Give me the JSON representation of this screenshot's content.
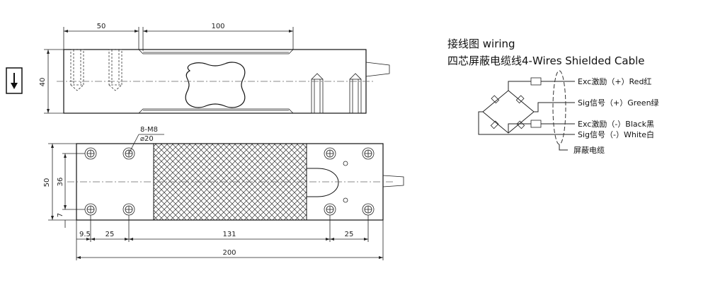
{
  "front_view": {
    "dim_top_left": "50",
    "dim_top_right": "100",
    "dim_height": "40"
  },
  "top_view": {
    "thread_callout_line1": "8-M8",
    "thread_callout_line2": "⌀20",
    "dim_width": "50",
    "dim_holes_spacing": "36",
    "dim_hole_edge": "7",
    "dim_bottom": [
      "9.5",
      "25",
      "131",
      "25"
    ],
    "dim_total": "200"
  },
  "load_direction_icon": "arrow-down-icon",
  "wiring": {
    "title": "接线图 wiring",
    "subtitle": "四芯屏蔽电缆线4-Wires Shielded Cable",
    "wires": [
      {
        "label": "Exc激励（+）Red红"
      },
      {
        "label": "Sig信号（+）Green绿"
      },
      {
        "label": "Exc激励（-）Black黑"
      },
      {
        "label": "Sig信号（-）White白"
      }
    ],
    "shield_label": "屏蔽电缆"
  }
}
